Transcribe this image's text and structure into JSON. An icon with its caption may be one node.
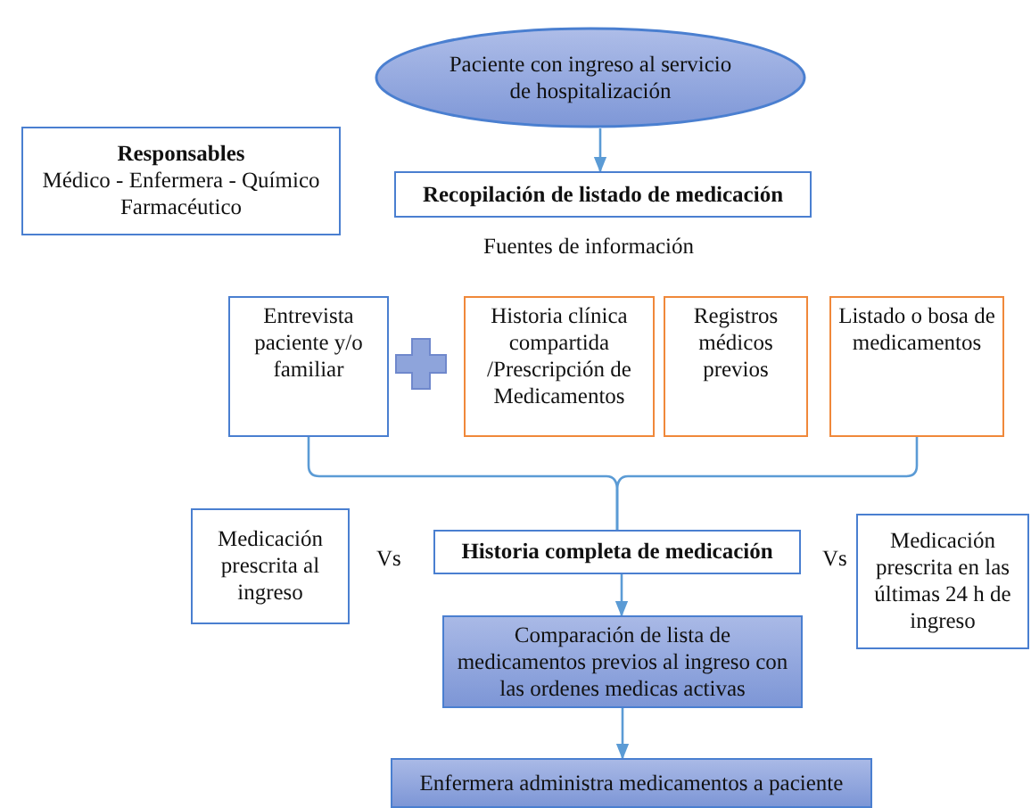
{
  "diagram": {
    "nodes": [
      {
        "text": [
          "Paciente con ingreso al servicio de hospitalización"
        ]
      },
      {
        "text": [
          "Responsables",
          "Médico - Enfermera - Químico Farmacéutico"
        ]
      },
      {
        "text": [
          "Recopilación de listado de medicación"
        ]
      },
      {
        "text": [
          "Entrevista paciente y/o familiar"
        ]
      },
      {
        "text": [
          "Historia clínica compartida /Prescripción de Medicamentos"
        ]
      },
      {
        "text": [
          "Registros médicos previos"
        ]
      },
      {
        "text": [
          "Listado o bosa de medicamentos"
        ]
      },
      {
        "text": [
          "Medicación prescrita al ingreso"
        ]
      },
      {
        "text": [
          "Historia completa de medicación"
        ]
      },
      {
        "text": [
          "Medicación prescrita en las últimas 24 h de ingreso"
        ]
      },
      {
        "text": [
          "Comparación de lista de medicamentos previos al ingreso con las ordenes medicas activas"
        ]
      },
      {
        "text": [
          "Enfermera administra medicamentos a paciente"
        ]
      }
    ],
    "edges": [
      {
        "from": 0,
        "to": 2,
        "arrow": "to"
      },
      {
        "from": 3,
        "to": 8,
        "arrow": "none"
      },
      {
        "from": 6,
        "to": 8,
        "arrow": "none"
      },
      {
        "from": 8,
        "to": 10,
        "arrow": "to"
      },
      {
        "from": 10,
        "to": 11,
        "arrow": "to"
      }
    ],
    "labels": [
      "Fuentes de información",
      "Vs",
      "Vs"
    ]
  }
}
